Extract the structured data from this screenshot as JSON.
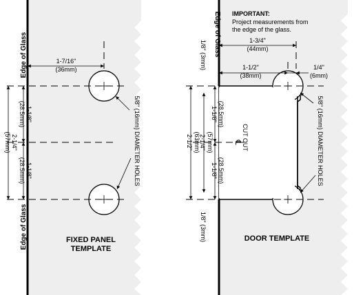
{
  "fixed_panel": {
    "edge_label": "Edge of Glass",
    "title_line1": "FIXED PANEL",
    "title_line2": "TEMPLATE",
    "hole_label": "5/8\" (16mm) DIAMETER HOLES",
    "dims": {
      "offset_in": "1-7/16\"",
      "offset_mm": "(36mm)",
      "half_in": "1-1/8\"",
      "half_mm": "(28.5mm)",
      "total_in": "2-1/4\"",
      "total_mm": "(57mm)"
    }
  },
  "door": {
    "edge_label": "Edge of Glass",
    "title": "DOOR TEMPLATE",
    "important_head": "IMPORTANT:",
    "important_line1": "Project measurements from",
    "important_line2": "the edge of the glass.",
    "cutout_label": "CUT OUT",
    "centerline": "℄",
    "hole_label": "5/8\" (16mm) DIAMETER HOLES",
    "dims": {
      "overall_in": "1-3/4\"",
      "overall_mm": "(44mm)",
      "cut_in": "1-1/2\"",
      "cut_mm": "(38mm)",
      "small_in": "1/4\"",
      "small_mm": "(6mm)",
      "gap": "1/8\" (3mm)",
      "half_in": "1-1/8\"",
      "half_mm": "(28.5mm)",
      "hole_span_in": "2-1/4\"",
      "hole_span_mm": "(57mm)",
      "cut_span_in": "2-1/2\"",
      "cut_span_mm": "(63mm)"
    }
  }
}
